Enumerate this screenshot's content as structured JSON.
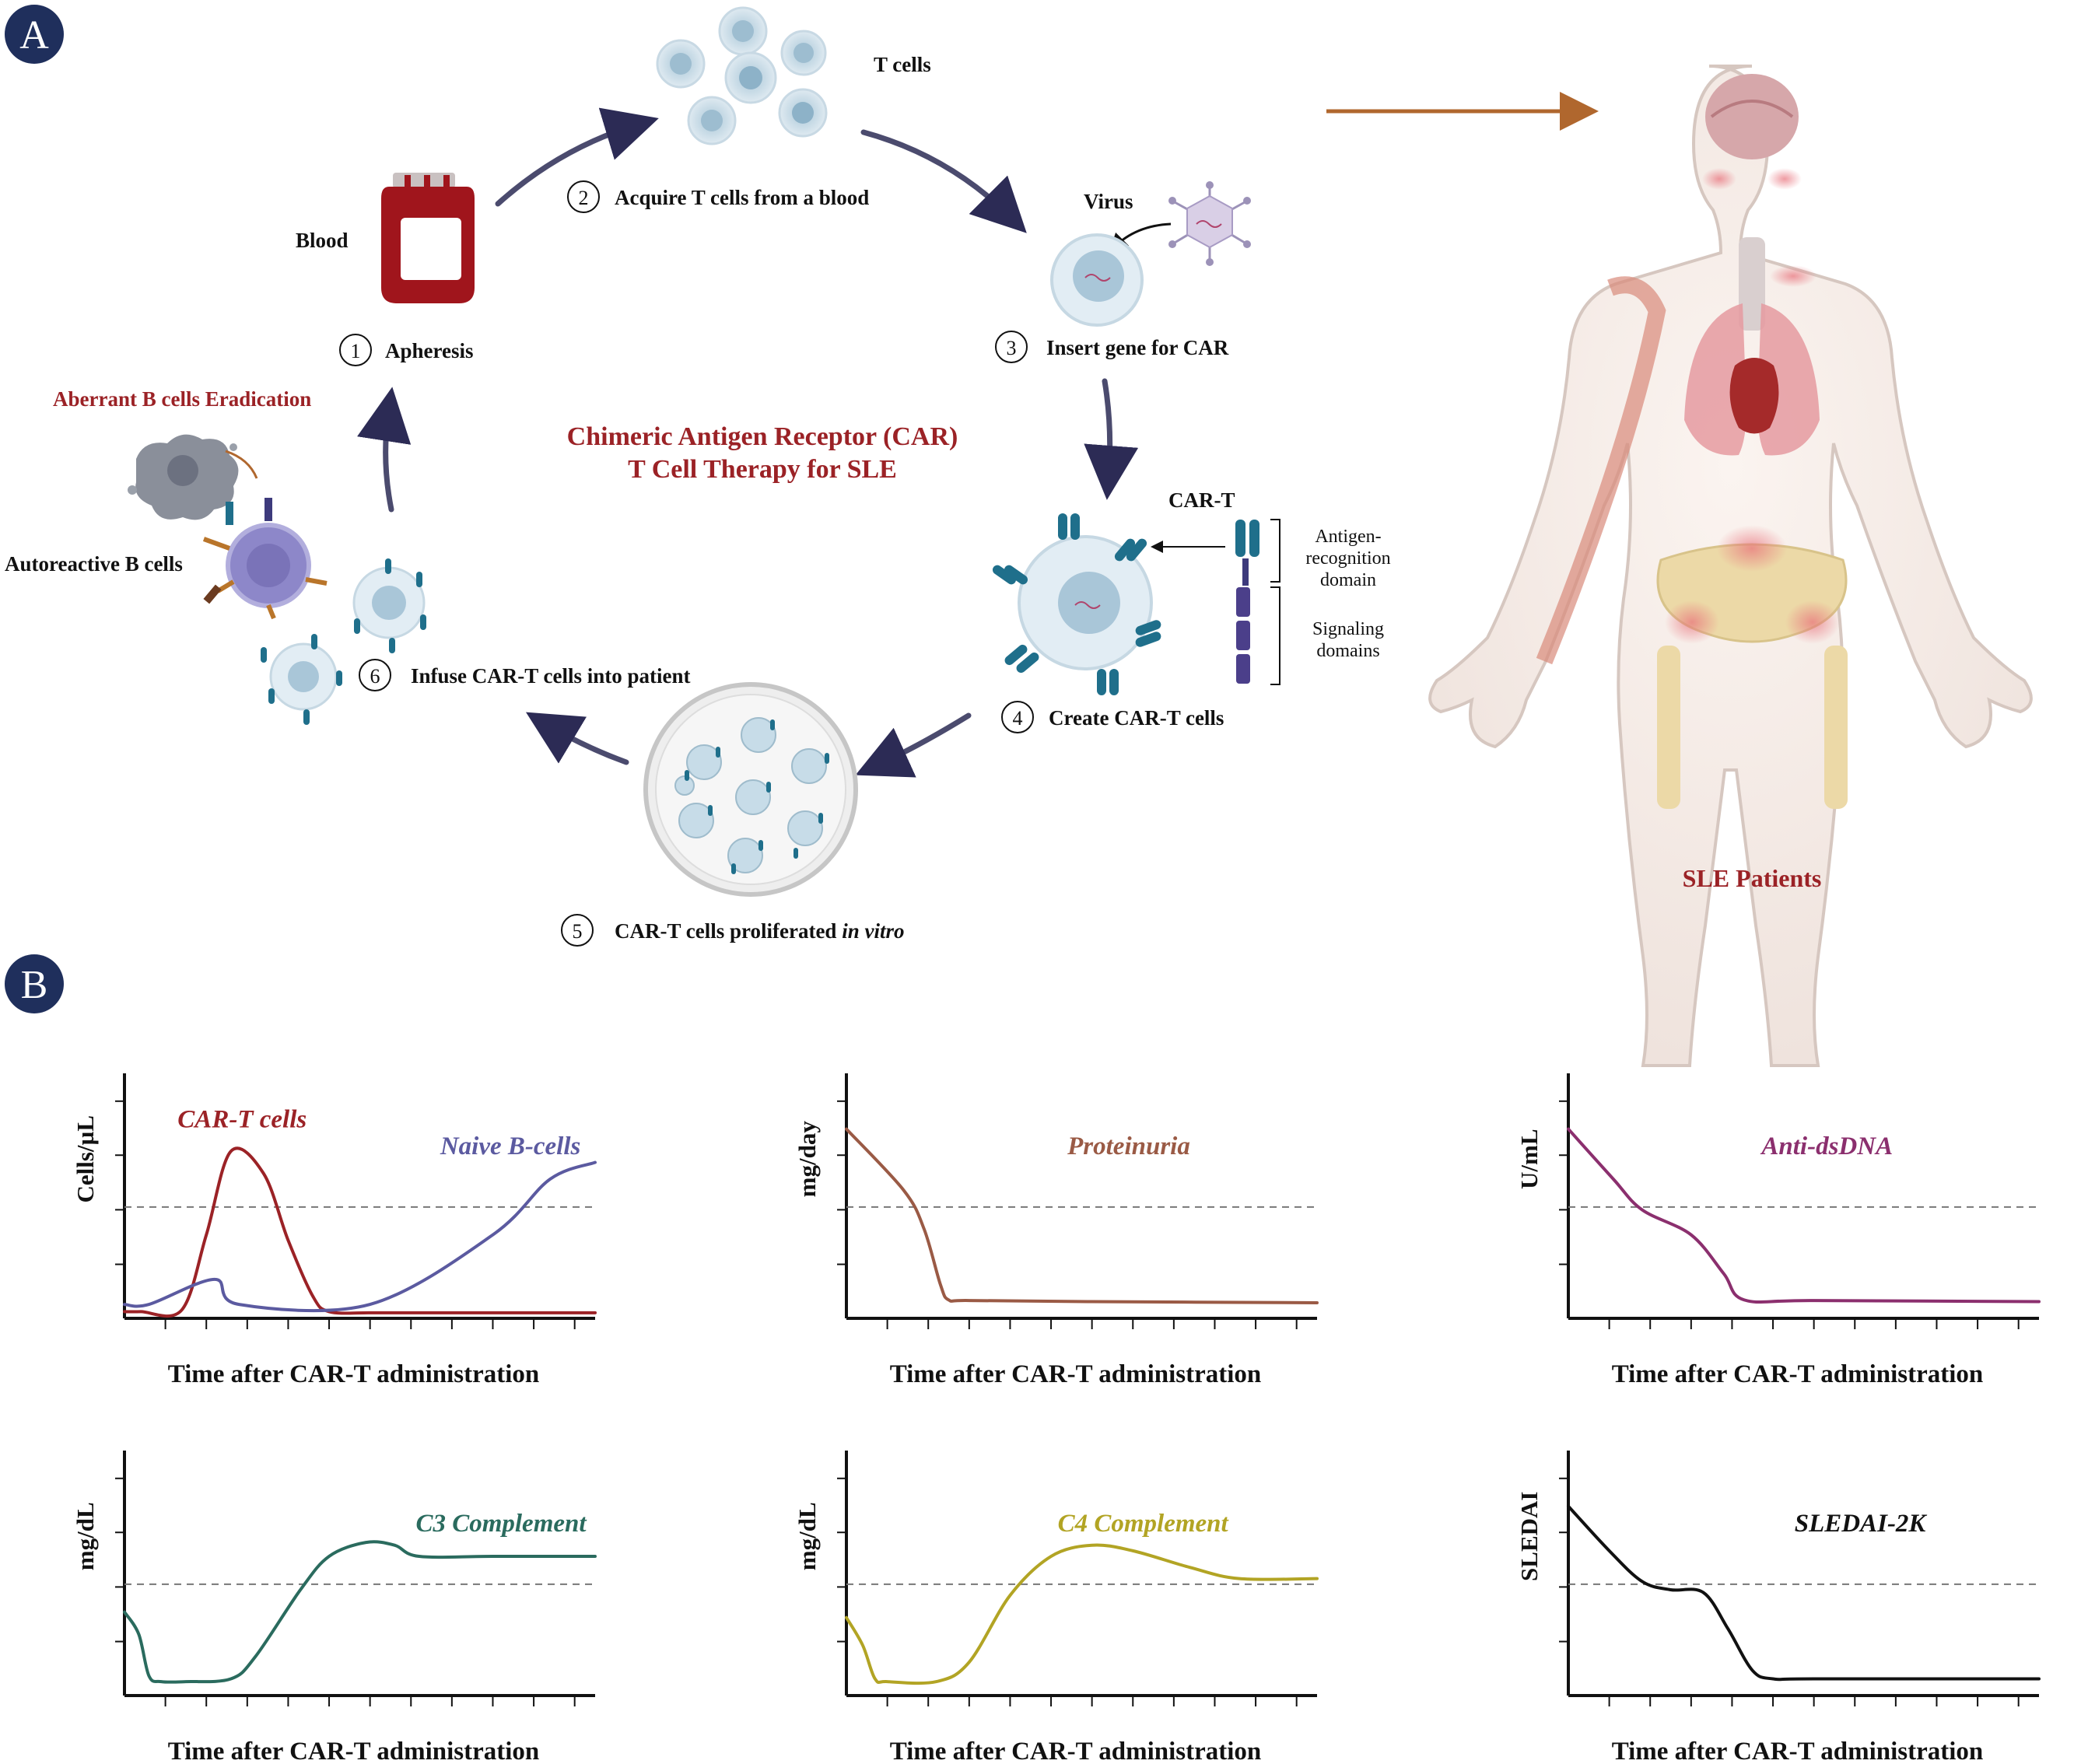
{
  "panel_a": {
    "badge": "A",
    "title_line1": "Chimeric Antigen Receptor (CAR)",
    "title_line2": "T Cell Therapy for SLE",
    "labels": {
      "blood": "Blood",
      "t_cells": "T cells",
      "virus": "Virus",
      "car_t": "CAR-T",
      "antigen_line1": "Antigen-",
      "antigen_line2": "recognition",
      "antigen_line3": "domain",
      "signaling_line1": "Signaling",
      "signaling_line2": "domains",
      "aberrant": "Aberrant B cells Eradication",
      "autoreactive": "Autoreactive B cells",
      "sle_patients": "SLE Patients"
    },
    "steps": [
      {
        "num": "1",
        "label": "Apheresis"
      },
      {
        "num": "2",
        "label": "Acquire T cells from a blood"
      },
      {
        "num": "3",
        "label": "Insert gene for CAR"
      },
      {
        "num": "4",
        "label": "Create CAR-T cells"
      },
      {
        "num": "5",
        "label": "CAR-T cells proliferated ",
        "label_italic": "in vitro"
      },
      {
        "num": "6",
        "label": "Infuse CAR-T cells into patient"
      }
    ]
  },
  "panel_b": {
    "badge": "B",
    "xlabel": "Time after CAR-T administration"
  },
  "colors": {
    "badge": "#1f2f5c",
    "red": "#9b2226",
    "purple": "#5b5aa0",
    "brown": "#9a5a45",
    "magenta": "#8b2f6e",
    "teal": "#2a6b5e",
    "olive": "#b2a424",
    "black": "#111111",
    "arrow": "#2c2b55"
  },
  "chart_data": [
    {
      "type": "line",
      "ylabel": "Cells/µL",
      "xlabel": "Time after CAR-T administration",
      "series": [
        {
          "name": "CAR-T cells",
          "color": "#9b2226",
          "x": [
            0,
            0.4,
            1.4,
            2.0,
            2.6,
            3.4,
            4.0,
            4.6,
            5.0,
            6,
            7,
            8,
            9,
            10,
            11.5
          ],
          "y": [
            0.12,
            0.12,
            0.15,
            1.5,
            3.0,
            2.6,
            1.4,
            0.4,
            0.12,
            0.1,
            0.1,
            0.1,
            0.1,
            0.1,
            0.1
          ]
        },
        {
          "name": "Naive B-cells",
          "color": "#5b5aa0",
          "x": [
            0,
            0.6,
            2.2,
            2.8,
            6.0,
            9.0,
            10.4,
            11.5
          ],
          "y": [
            0.25,
            0.25,
            0.7,
            0.25,
            0.25,
            1.5,
            2.5,
            2.8
          ]
        }
      ],
      "xlim": [
        0,
        11.5
      ],
      "ylim": [
        0,
        4.4
      ],
      "reference": 2.0
    },
    {
      "type": "line",
      "ylabel": "mg/day",
      "xlabel": "Time after CAR-T administration",
      "series": [
        {
          "name": "Proteinuria",
          "color": "#9a5a45",
          "x": [
            0,
            1.4,
            1.9,
            2.3,
            2.5,
            3,
            6,
            11.5
          ],
          "y": [
            3.4,
            2.3,
            1.6,
            0.6,
            0.33,
            0.32,
            0.3,
            0.28
          ]
        }
      ],
      "xlim": [
        0,
        11.5
      ],
      "ylim": [
        0,
        4.4
      ],
      "reference": 2.0
    },
    {
      "type": "line",
      "ylabel": "U/mL",
      "xlabel": "Time after CAR-T administration",
      "series": [
        {
          "name": "Anti-dsDNA",
          "color": "#8b2f6e",
          "x": [
            0,
            1.1,
            1.8,
            3.0,
            3.8,
            4.3,
            6,
            11.5
          ],
          "y": [
            3.4,
            2.5,
            1.95,
            1.5,
            0.8,
            0.33,
            0.32,
            0.3
          ]
        }
      ],
      "xlim": [
        0,
        11.5
      ],
      "ylim": [
        0,
        4.4
      ],
      "reference": 2.0
    },
    {
      "type": "line",
      "ylabel": "mg/dL",
      "xlabel": "Time after CAR-T administration",
      "series": [
        {
          "name": "C3 Complement",
          "color": "#2a6b5e",
          "x": [
            0,
            0.35,
            0.6,
            0.9,
            1.5,
            2.6,
            3.2,
            4.3,
            5.0,
            5.9,
            6.6,
            7.2,
            9.0,
            11.5
          ],
          "y": [
            1.5,
            1.1,
            0.35,
            0.25,
            0.25,
            0.3,
            0.7,
            1.9,
            2.5,
            2.75,
            2.7,
            2.5,
            2.5,
            2.5
          ]
        }
      ],
      "xlim": [
        0,
        11.5
      ],
      "ylim": [
        0,
        4.4
      ],
      "reference": 2.0
    },
    {
      "type": "line",
      "ylabel": "mg/dL",
      "xlabel": "Time after CAR-T administration",
      "series": [
        {
          "name": "C4 Complement",
          "color": "#b2a424",
          "x": [
            0,
            0.4,
            0.7,
            1.0,
            2.2,
            3.0,
            4.0,
            5.0,
            6.0,
            7.0,
            8.4,
            9.6,
            11.5
          ],
          "y": [
            1.4,
            0.9,
            0.3,
            0.25,
            0.25,
            0.6,
            1.8,
            2.5,
            2.7,
            2.6,
            2.3,
            2.1,
            2.1
          ]
        }
      ],
      "xlim": [
        0,
        11.5
      ],
      "ylim": [
        0,
        4.4
      ],
      "reference": 2.0
    },
    {
      "type": "line",
      "ylabel": "SLEDAI",
      "xlabel": "Time after CAR-T administration",
      "series": [
        {
          "name": "SLEDAI-2K",
          "color": "#111111",
          "x": [
            0,
            1.0,
            1.8,
            2.5,
            3.3,
            3.9,
            4.5,
            5.0,
            6,
            11.5
          ],
          "y": [
            3.4,
            2.6,
            2.05,
            1.9,
            1.85,
            1.2,
            0.45,
            0.3,
            0.3,
            0.3
          ]
        }
      ],
      "xlim": [
        0,
        11.5
      ],
      "ylim": [
        0,
        4.4
      ],
      "reference": 2.0
    }
  ]
}
